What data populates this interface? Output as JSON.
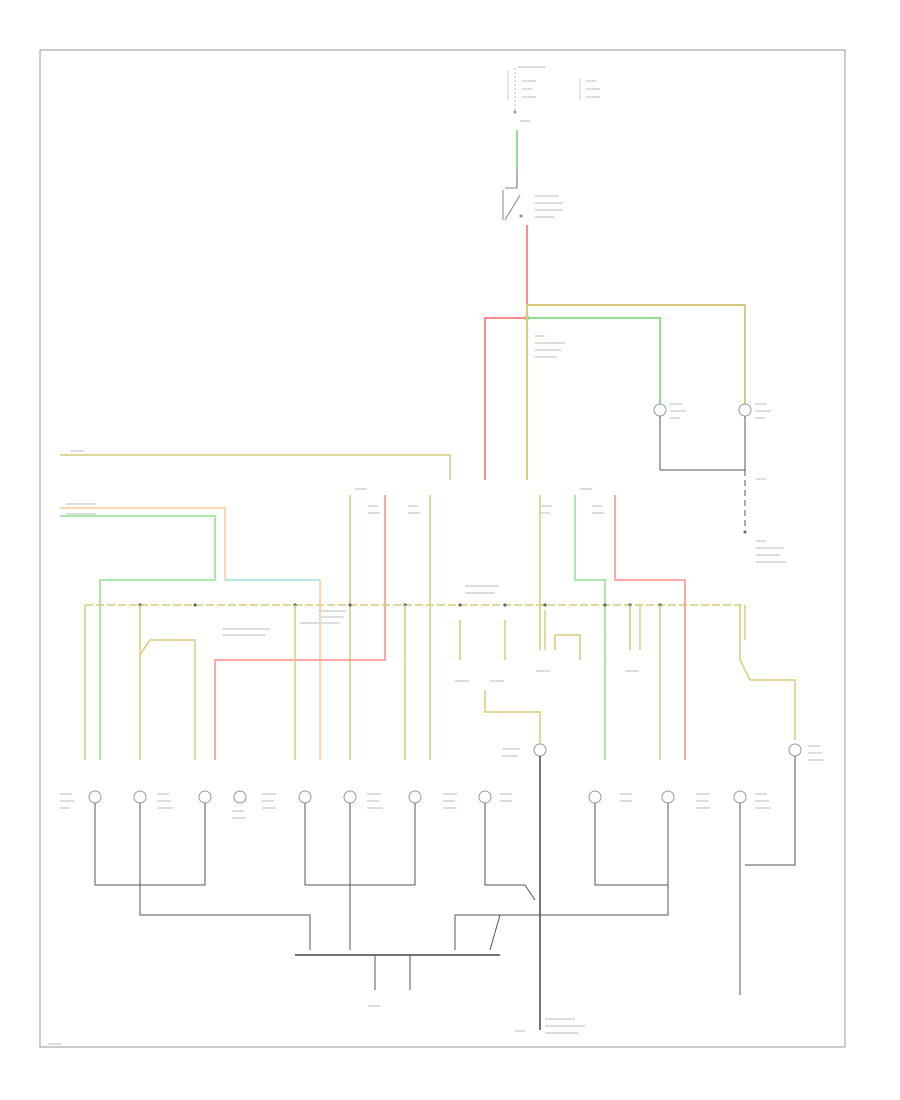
{
  "diagram": {
    "footer_code": "",
    "wire_colors": {
      "green": "#8fe08f",
      "red": "#ff8c8c",
      "yellow": "#d8cc7a",
      "orange": "#ffc890",
      "cyan": "#9fe6f0",
      "black": "#444444",
      "gray": "#bbbbbb"
    },
    "components": [
      {
        "id": "hot-fuse",
        "kind": "fuse"
      },
      {
        "id": "headlamp-switch",
        "kind": "switch"
      },
      {
        "id": "fuse-junction",
        "kind": "junction"
      },
      {
        "id": "lamp-top-left",
        "kind": "lamp"
      },
      {
        "id": "lamp-top-right",
        "kind": "lamp"
      },
      {
        "id": "lamp-row-1",
        "kind": "lamp"
      },
      {
        "id": "lamp-row-2",
        "kind": "lamp"
      },
      {
        "id": "lamp-row-3",
        "kind": "lamp"
      },
      {
        "id": "lamp-row-4",
        "kind": "lamp"
      },
      {
        "id": "lamp-row-5",
        "kind": "lamp"
      },
      {
        "id": "lamp-row-6",
        "kind": "lamp"
      },
      {
        "id": "lamp-row-7",
        "kind": "lamp"
      },
      {
        "id": "lamp-row-8",
        "kind": "lamp"
      },
      {
        "id": "lamp-row-9",
        "kind": "lamp"
      },
      {
        "id": "lamp-row-10",
        "kind": "lamp"
      },
      {
        "id": "lamp-row-11",
        "kind": "lamp"
      },
      {
        "id": "lamp-row-12",
        "kind": "lamp"
      },
      {
        "id": "lamp-center",
        "kind": "lamp"
      },
      {
        "id": "lamp-far-right",
        "kind": "lamp"
      },
      {
        "id": "ground-bus",
        "kind": "ground"
      }
    ]
  }
}
